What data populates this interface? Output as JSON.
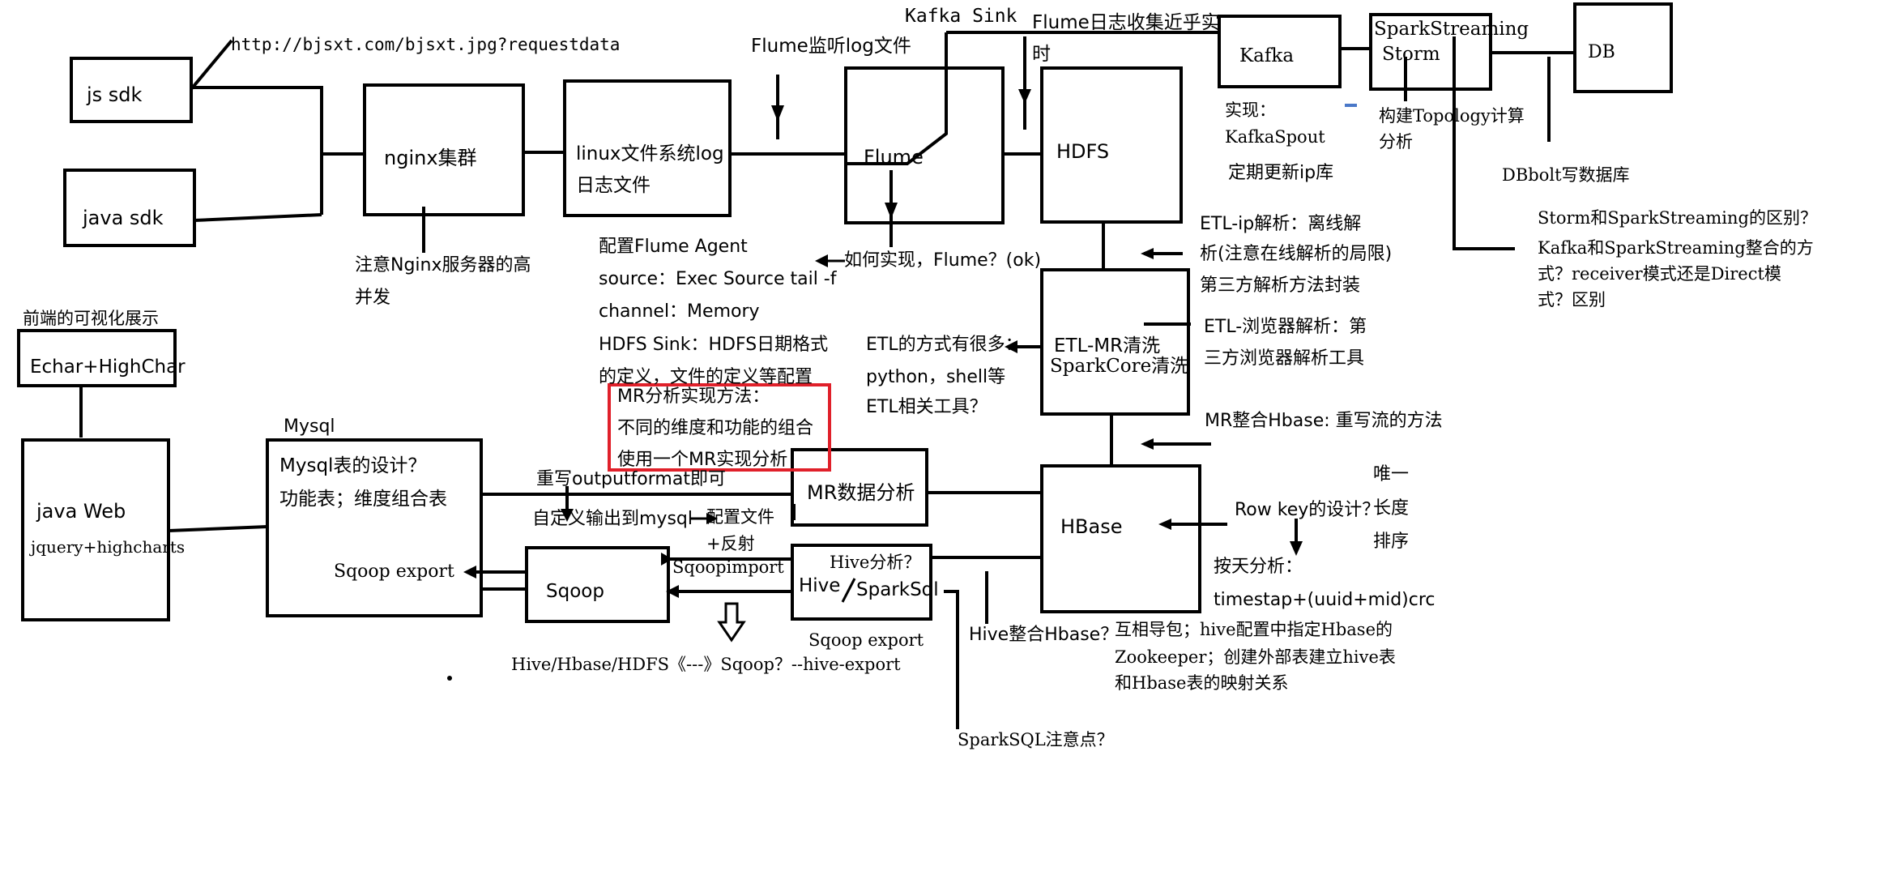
{
  "boxes": {
    "js_sdk": "js sdk",
    "java_sdk": "java sdk",
    "nginx": "nginx集群",
    "linux_log_1": "linux文件系统log",
    "linux_log_2": "日志文件",
    "flume": "Flume",
    "hdfs": "HDFS",
    "kafka": "Kafka",
    "spark_streaming_1": "SparkStreaming",
    "spark_streaming_2": "Storm",
    "db": "DB",
    "etl_1": "ETL-MR清洗",
    "etl_2": "SparkCore清洗",
    "hbase": "HBase",
    "mr": "MR数据分析",
    "hive_1": "Hive",
    "hive_2": "SparkSql",
    "sqoop": "Sqoop",
    "mysql_1": "Mysql表的设计？",
    "mysql_2": "功能表；维度组合表",
    "mysql_3": "Sqoop export",
    "javaweb_1": "java Web",
    "javaweb_2": "jquery+highcharts",
    "echar": "Echar+HighChar"
  },
  "notes": {
    "url": "http://bjsxt.com/bjsxt.jpg?requestdata",
    "flume_monitor": "Flume监听log文件",
    "kafka_sink": "Kafka Sink",
    "flume_realtime_1": "Flume日志收集近乎实",
    "flume_realtime_2": "时",
    "impl_1": "实现：",
    "impl_2": "KafkaSpout",
    "topology_1": "构建Topology计算",
    "topology_2": "分析",
    "update_ip": "定期更新ip库",
    "dbbolt": "DBbolt写数据库",
    "storm_diff": "Storm和SparkStreaming的区别？",
    "kafka_spark_1": "Kafka和SparkStreaming整合的方",
    "kafka_spark_2": "式？receiver模式还是Direct模",
    "kafka_spark_3": "式？区别",
    "nginx_note_1": "注意Nginx服务器的高",
    "nginx_note_2": "并发",
    "how_flume": "如何实现，Flume？(ok)",
    "flume_cfg_1": "配置Flume Agent",
    "flume_cfg_2": "source：Exec Source tail -f",
    "flume_cfg_3": "channel：Memory",
    "flume_cfg_4": "HDFS Sink：HDFS日期格式",
    "flume_cfg_5": "的定义，文件的定义等配置",
    "etl_ip_1": "ETL-ip解析：离线解",
    "etl_ip_2": "析(注意在线解析的局限)",
    "etl_ip_3": "第三方解析方法封装",
    "etl_browser_1": "ETL-浏览器解析：第",
    "etl_browser_2": "三方浏览器解析工具",
    "etl_ways_1": "ETL的方式有很多：",
    "etl_ways_2": "python，shell等",
    "etl_ways_3": "ETL相关工具？",
    "mr_impl_1": "MR分析实现方法：",
    "mr_impl_2": "不同的维度和功能的组合",
    "mr_impl_3": "使用一个MR实现分析",
    "mr_hbase": "MR整合Hbase: 重写流的方法",
    "frontend": "前端的可视化展示",
    "mysql_label": "Mysql",
    "output_format": "重写outputformat即可",
    "custom_output": "自定义输出到mysql",
    "config_file_1": "配置文件",
    "config_file_2": "+反射",
    "rowkey": "Row key的设计？",
    "unique_1": "唯一",
    "unique_2": "长度",
    "unique_3": "排序",
    "by_day_1": "按天分析：",
    "by_day_2": "timestap+(uuid+mid)crc",
    "hive_q": "Hive分析？",
    "sqoop_import": "Sqoopimport",
    "sqoop_export": "Sqoop export",
    "hive_hbase": "Hive整合Hbase？",
    "hive_hbase_pkg_1": "互相导包；hive配置中指定Hbase的",
    "hive_hbase_pkg_2": "Zookeeper；创建外部表建立hive表",
    "hive_hbase_pkg_3": "和Hbase表的映射关系",
    "hive_export": "Hive/Hbase/HDFS《---》Sqoop？--hive-export",
    "sparksql_note": "SparkSQL注意点？"
  },
  "colors": {
    "highlight": "#e0202a",
    "accent": "#4a78c8",
    "ink": "#000000"
  }
}
